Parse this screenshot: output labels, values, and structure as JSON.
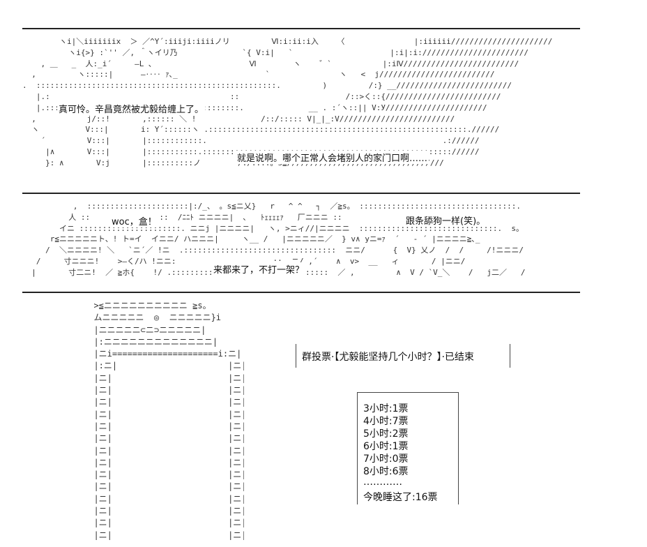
{
  "panel1": {
    "speech_left": "真可怜。辛昌竟然被尤毅给缠上了。",
    "speech_right": "就是说啊。哪个正常人会堵别人的家门口啊……",
    "art": [
      "        ヽi|＼iiiiiiix  ＞ ／^Y´:iiiji:iiiiノリ         Ⅵ:i:ii:i入    〈               |:iiiiii//////////////////////",
      "          ヽi{>} :`'' ／, ＾ヽイリ乃              `{ V:i|   `                     |:i|:i:///////////////////////",
      "    , ＿   _  人:_i´     ―L ､                     Ⅵ        ヽ    ゛`           |:iⅣ/////////////////////////",
      "  ,         ヽ:::::|      ―‥‥ ｧ､_                   `               ヽ   <  j/////////////////////////",
      ".  ::::::::::::::::::::::::::::::::::::::::::::::::::::.         )         /:} __/////////////////////////",
      "   |.:                                       ::                       /::>く::{/////////////////////////",
      "   |.::::::::::::::::::::::::::::::::::::::::::.              __ . :´ヽ::|| V:У//////////////////////",
      "  ,           j/::!       ,:::::: ＼ !              /::/::::: V|_|_:V/////////////////////////",
      "  ヽ          V:::|       i: Y´::::::ヽ .::::::::::::::::::::::::::::::::::::::::::::::::::::::::.//////",
      "    ´         V:::|       |::::::::::::.                                                   .://////",
      "     |∧       V:::|       |:::::::::::.:::::::::::::::::::::::::::::::::::::::::::::::::::::://////",
      "     }: ∧       V:j       |::::::::::ノ        /:/::::。s≦//////////////////////////////////"
    ]
  },
  "panel2": {
    "speech_1": "woc，盒！",
    "speech_2": "跟条舔狗一样(笑)。",
    "speech_3": "来都来了，不打一架？",
    "art": [
      "           ,  ::::::::::::::::::::::|:/_、 。s≦ニ乂}   r   ^ ^   ┐  ／≧s。 ::::::::::::::::::::::::::::::::::.",
      "          人 ::              :::  /ﾆﾆﾄ ニニニニ|  ､   ﾄ​ｪｪｪｪｧ   厂ニニニ ::                         ::",
      "        イニ ::::::::::::::::::::::. ニニj |ニニニニ|   ヽ, >ニィ//|ニニニニ  ::::::::::::::::::::::::::::::.  s。",
      "      r≦ニニニニニト、! ト=イ  イニニ/ ハニニニ|     ヽ__ /   |ニニニニニ／  } v∧ уニ=ｧ  ´   - ´ |ニニニニ≧､_",
      "     /  ＼ニニニニ! ＼   `ニ´／ !ニ  .:::::::::::::::::::::::::::::::::  ニニ/      {  V} 乂ノ  /  /     /!ニニニ/",
      "   /     寸ニニニ!    >―く/ハ !ニニ:                     ::  ニ/ ,´    ∧  v>  __   ィ       / |ニニ/",
      "  |       寸二ニ!  ／ ≧ホ{    !/ .::::::::::::::::::::::::::::::::::  ／ ,         ∧  V / `V_＼    /   j二／   /"
    ]
  },
  "gate": [
    "  >≦ニニニニニニニニニニ ≧s。",
    "  ムニニニニニ  ◎  ニニニニニ}i",
    "  |ニニニニニ⊂ニ⊃ニニニニニ|",
    "  |:ニニニニニニニニニニニニニ|",
    "  |ニi=====================i:ニ|",
    "  |:ニ|                      |ニ|",
    "  |ニ|                       |ニ|",
    "  |ニ|                       |ニ|",
    "  |ニ|                       |ニ|",
    "  |ニ|                       |ニ|",
    "  |ニ|                       |ニ|",
    "  |ニ|                       |ニ|",
    "  |ニ|                       |ニ|",
    "  |ニ|                       |ニ|",
    "  |ニ|                       |ニ|",
    "  |ニ|                       |ニ|",
    "  |ニ|                       |ニ|",
    "  |ニ|                       |ニ|",
    "  |ニ|                       |ニ|",
    "  |ニ|                       |ニ|"
  ],
  "vote": {
    "title": "群投票·【尤毅能坚持几个小时？】·已结束",
    "rows": [
      "3小时:1票",
      "4小时:7票",
      "5小时:2票",
      "6小时:1票",
      "7小时:0票",
      "8小时:6票",
      "…………",
      "今晚睡这了:16票"
    ]
  }
}
